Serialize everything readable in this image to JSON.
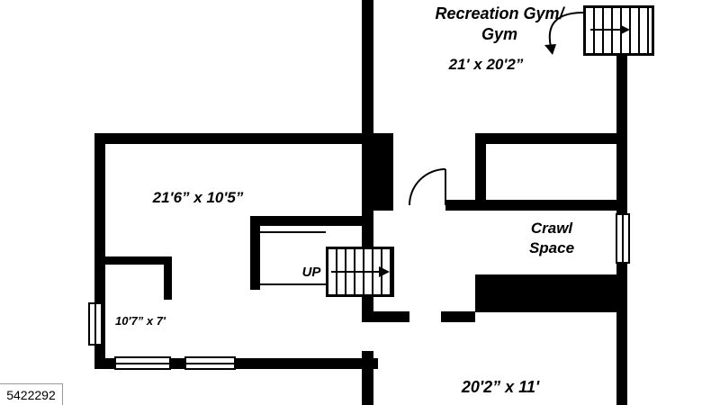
{
  "colors": {
    "wall": "#000000",
    "background": "#ffffff",
    "text": "#000000"
  },
  "watermark": {
    "id": "5422292"
  },
  "rooms": {
    "gym": {
      "name_line1": "Recreation Gym/",
      "name_line2": "Gym",
      "dims": "21' x 20'2”"
    },
    "main_room": {
      "dims": "21'6” x 10'5”"
    },
    "crawl_space": {
      "name_line1": "Crawl",
      "name_line2": "Space"
    },
    "alcove": {
      "dims": "10'7” x 7'"
    },
    "lower_room": {
      "dims": "20'2” x 11'"
    }
  },
  "stairs": {
    "up_label": "UP"
  }
}
